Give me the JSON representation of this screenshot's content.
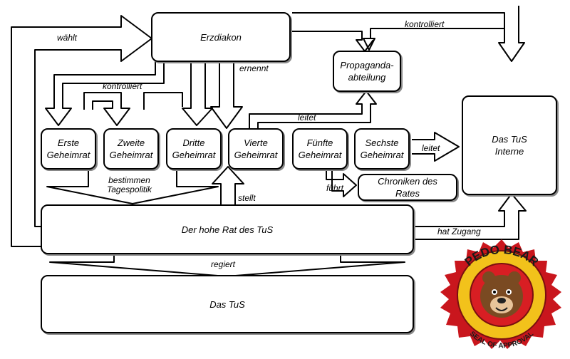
{
  "nodes": {
    "erzdiakon": "Erzdiakon",
    "propaganda": "Propaganda-\nabteilung",
    "interne": "Das TuS\nInterne",
    "erste": "Erste\nGeheimrat",
    "zweite": "Zweite\nGeheimrat",
    "dritte": "Dritte\nGeheimrat",
    "vierte": "Vierte\nGeheimrat",
    "fuenfte": "Fünfte\nGeheimrat",
    "sechste": "Sechste\nGeheimrat",
    "chroniken": "Chroniken des\nRates",
    "hoherat": "Der hohe Rat des TuS",
    "tus": "Das TuS"
  },
  "edge_labels": {
    "waehlt": "wählt",
    "kontrolliert_top": "kontrolliert",
    "ernennt": "ernennt",
    "kontrolliert_left": "kontrolliert",
    "leitet_propaganda": "leitet",
    "leitet_interne": "leitet",
    "bestimmen": "bestimmen\nTagespolitik",
    "fuehrt": "führt",
    "stellt": "stellt",
    "hat_zugang": "hat Zugang",
    "regiert": "regiert"
  },
  "seal": {
    "top_text": "PEDO BEAR",
    "bottom_text": "SEAL OF APPROVAL",
    "colors": {
      "outer": "#c9161d",
      "ring": "#f2c21b",
      "inner": "#d81e23",
      "bear": "#7a4a22"
    }
  }
}
